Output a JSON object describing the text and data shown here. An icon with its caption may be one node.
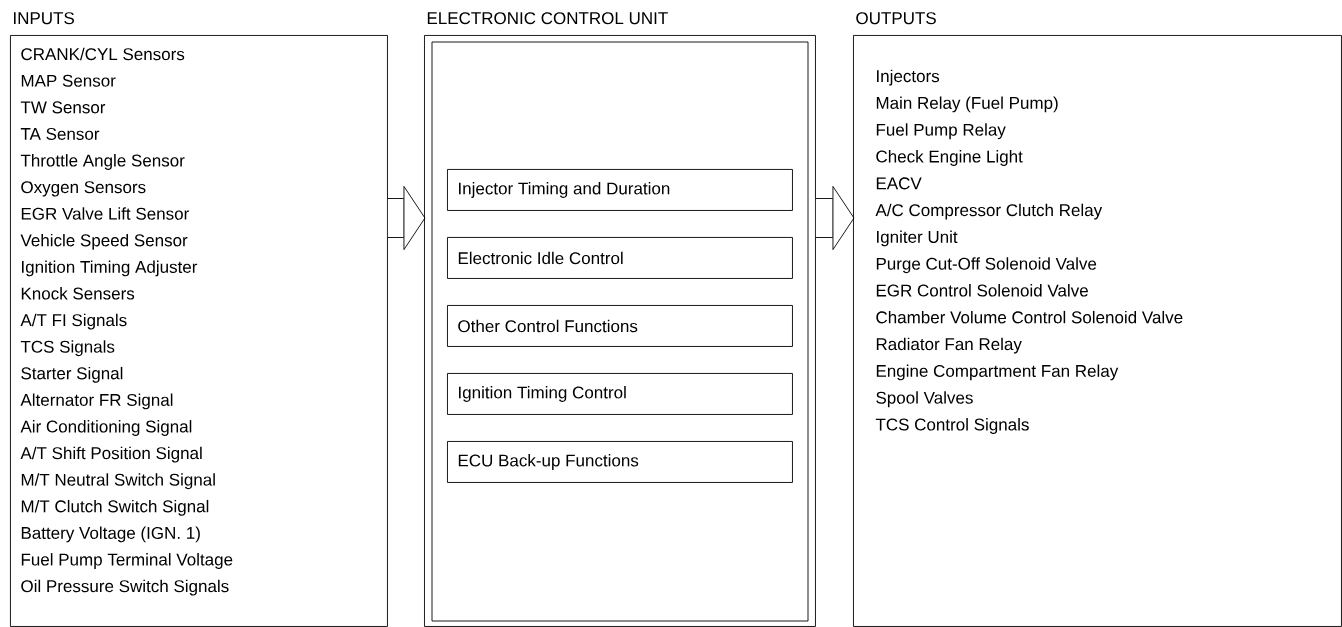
{
  "diagram": {
    "nodes": [
      {
        "text": [
          "INPUTS",
          "CRANK/CYL Sensors",
          "MAP Sensor",
          "TW Sensor",
          "TA Sensor",
          "Throttle Angle Sensor",
          "Oxygen Sensors",
          "EGR Valve Lift Sensor",
          "Vehicle Speed Sensor",
          "Ignition Timing Adjuster",
          "Knock Sensers",
          "A/T FI Signals",
          "TCS Signals",
          "Starter Signal",
          "Alternator FR Signal",
          "Air Conditioning Signal",
          "A/T Shift Position Signal",
          "M/T Neutral Switch Signal",
          "M/T Clutch Switch Signal",
          "Battery Voltage (IGN. 1)",
          "Fuel Pump Terminal Voltage",
          "Oil Pressure Switch Signals"
        ]
      },
      {
        "text": [
          "ELECTRONIC CONTROL UNIT"
        ]
      },
      {
        "text": [
          "Injector Timing and Duration"
        ],
        "in": 1
      },
      {
        "text": [
          "Electronic Idle Control"
        ],
        "in": 1
      },
      {
        "text": [
          "Other Control Functions"
        ],
        "in": 1
      },
      {
        "text": [
          "Ignition Timing Control"
        ],
        "in": 1
      },
      {
        "text": [
          "ECU Back-up Functions"
        ],
        "in": 1
      },
      {
        "text": [
          "OUTPUTS",
          "Injectors",
          "Main Relay (Fuel Pump)",
          "Fuel Pump Relay",
          "Check Engine Light",
          "EACV",
          "A/C Compressor Clutch Relay",
          "Igniter Unit",
          "Purge Cut-Off Solenoid Valve",
          "EGR Control Solenoid Valve",
          "Chamber Volume Control Solenoid Valve",
          "Radiator Fan Relay",
          "Engine Compartment Fan Relay",
          "Spool Valves",
          "TCS Control Signals"
        ]
      }
    ],
    "edges": [
      {
        "from": 0,
        "to": 1,
        "arrow": "to"
      },
      {
        "from": 1,
        "to": 7,
        "arrow": "to"
      }
    ]
  }
}
